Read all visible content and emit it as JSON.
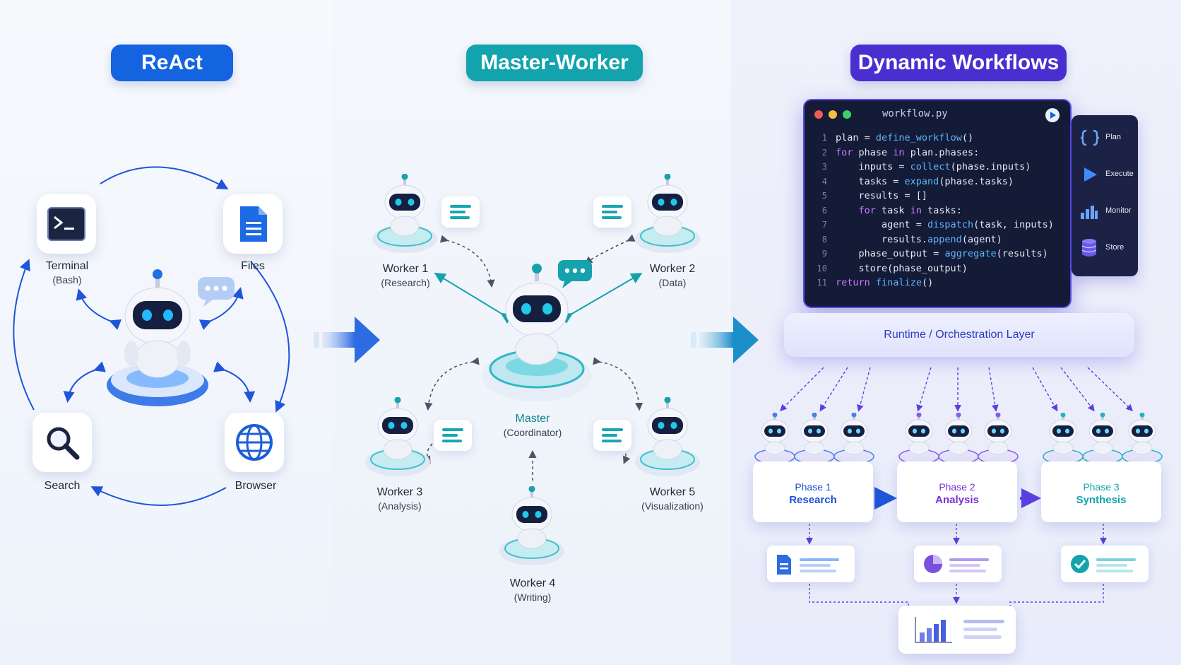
{
  "react": {
    "title": "ReAct",
    "tools": [
      {
        "label": "Terminal",
        "sub": "(Bash)",
        "icon": "terminal-icon"
      },
      {
        "label": "Files",
        "sub": "",
        "icon": "file-icon"
      },
      {
        "label": "Search",
        "sub": "",
        "icon": "search-icon"
      },
      {
        "label": "Browser",
        "sub": "",
        "icon": "globe-icon"
      }
    ]
  },
  "master_worker": {
    "title": "Master-Worker",
    "master": {
      "label": "Master",
      "sub": "(Coordinator)"
    },
    "workers": [
      {
        "label": "Worker 1",
        "sub": "(Research)"
      },
      {
        "label": "Worker 2",
        "sub": "(Data)"
      },
      {
        "label": "Worker 3",
        "sub": "(Analysis)"
      },
      {
        "label": "Worker 4",
        "sub": "(Writing)"
      },
      {
        "label": "Worker 5",
        "sub": "(Visualization)"
      }
    ]
  },
  "dynamic": {
    "title": "Dynamic Workflows",
    "filename": "workflow.py",
    "code_lines": [
      "plan = define_workflow()",
      "for phase in plan.phases:",
      "    inputs = collect(phase.inputs)",
      "    tasks = expand(phase.tasks)",
      "    results = []",
      "    for task in tasks:",
      "        agent = dispatch(task, inputs)",
      "        results.append(agent)",
      "    phase_output = aggregate(results)",
      "    store(phase_output)",
      "return finalize()"
    ],
    "line_numbers": [
      "1",
      "2",
      "3",
      "4",
      "5",
      "6",
      "7",
      "8",
      "9",
      "10",
      "11"
    ],
    "side_menu": [
      {
        "label": "Plan",
        "icon": "braces-icon"
      },
      {
        "label": "Execute",
        "icon": "play-icon"
      },
      {
        "label": "Monitor",
        "icon": "bar-chart-icon"
      },
      {
        "label": "Store",
        "icon": "database-icon"
      }
    ],
    "runtime_label": "Runtime / Orchestration Layer",
    "phases": [
      {
        "label": "Phase 1",
        "name": "Research",
        "color": "#1e4fd6"
      },
      {
        "label": "Phase 2",
        "name": "Analysis",
        "color": "#7a2fd8"
      },
      {
        "label": "Phase 3",
        "name": "Synthesis",
        "color": "#14a3ad"
      }
    ],
    "outputs": [
      {
        "icon": "document-icon"
      },
      {
        "icon": "pie-chart-icon"
      },
      {
        "icon": "check-circle-icon"
      }
    ],
    "final_icon": "bar-chart-icon"
  },
  "colors": {
    "react_blue": "#1463e0",
    "teal": "#12a3ad",
    "purple": "#4a2fd0"
  }
}
